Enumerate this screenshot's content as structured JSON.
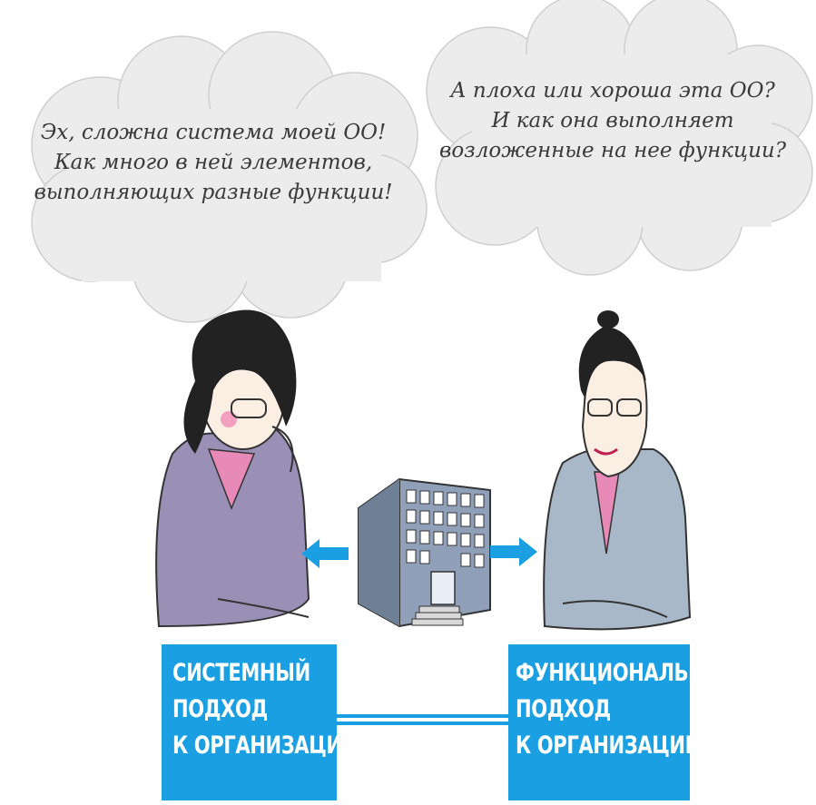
{
  "bubbles": {
    "left": {
      "lines": [
        "Эх, сложна система моей ОО!",
        "Как много в ней элементов,",
        "выполняющих разные функции!"
      ]
    },
    "right": {
      "lines": [
        "А плоха или хороша эта ОО?",
        "И как она выполняет",
        "возложенные на нее функции?"
      ]
    }
  },
  "boxes": {
    "left": {
      "lines": [
        "СИСТЕМНЫЙ",
        "ПОДХОД",
        "К ОРГАНИЗАЦИИ"
      ]
    },
    "right": {
      "lines": [
        "ФУНКЦИОНАЛЬНЫЙ",
        "ПОДХОД",
        "К ОРГАНИЗАЦИИ"
      ]
    }
  },
  "colors": {
    "accent_blue": "#1a9fe3",
    "cloud_fill": "#ececec",
    "suit_left": "#9a8fb5",
    "suit_right": "#a9b8c8",
    "blouse_pink": "#e88ab8"
  },
  "icons": [
    "thought-cloud",
    "woman-curly-hair",
    "woman-bun-hair",
    "school-building",
    "arrow-left",
    "arrow-right"
  ]
}
